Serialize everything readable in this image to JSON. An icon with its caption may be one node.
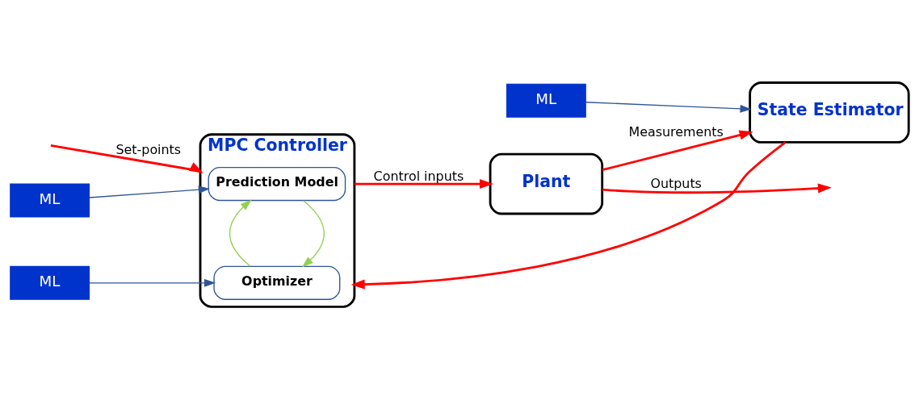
{
  "diagram": {
    "nodes": [
      {
        "text": [
          "MPC Controller"
        ]
      },
      {
        "text": [
          "Prediction Model"
        ],
        "in": 0
      },
      {
        "text": [
          "Optimizer"
        ],
        "in": 0
      },
      {
        "text": [
          "ML"
        ]
      },
      {
        "text": [
          "ML"
        ]
      },
      {
        "text": [
          "Plant"
        ]
      },
      {
        "text": [
          "ML"
        ]
      },
      {
        "text": [
          "State Estimator"
        ]
      }
    ],
    "edges": [
      {
        "from": null,
        "to": 0,
        "arrow": "to",
        "label": "Set-points"
      },
      {
        "from": 0,
        "to": 5,
        "arrow": "to",
        "label": "Control inputs"
      },
      {
        "from": 5,
        "to": null,
        "arrow": "to",
        "label": "Outputs"
      },
      {
        "from": 5,
        "to": 7,
        "arrow": "to",
        "label": "Measurements"
      },
      {
        "from": 7,
        "to": 0,
        "arrow": "to"
      },
      {
        "from": 3,
        "to": 1,
        "arrow": "to",
        "color": "#2f5597"
      },
      {
        "from": 4,
        "to": 2,
        "arrow": "to",
        "color": "#2f5597"
      },
      {
        "from": 6,
        "to": 7,
        "arrow": "to",
        "color": "#2f5597"
      },
      {
        "from": 1,
        "to": 2,
        "arrow": "to",
        "color": "#92d050"
      },
      {
        "from": 2,
        "to": 1,
        "arrow": "to",
        "color": "#92d050"
      }
    ]
  }
}
